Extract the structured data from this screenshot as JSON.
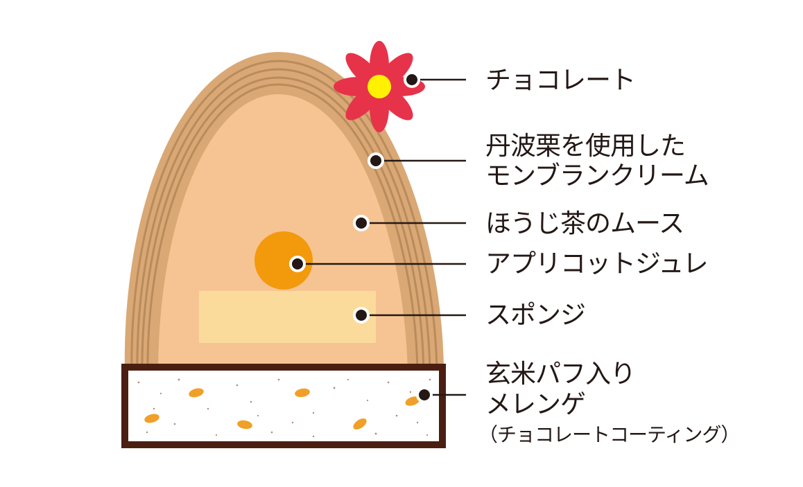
{
  "labels": {
    "chocolate": "チョコレート",
    "montblanc_line1": "丹波栗を使用した",
    "montblanc_line2": "モンブランクリーム",
    "hojicha": "ほうじ茶のムース",
    "apricot": "アプリコットジュレ",
    "sponge": "スポンジ",
    "meringue_line1": "玄米パフ入り",
    "meringue_line2": "メレンゲ",
    "meringue_note": "（チョコレートコーティング）"
  },
  "colors": {
    "outer_cream": "#d9a875",
    "cream_stripe": "#b98b5c",
    "mousse": "#f6c493",
    "apricot": "#f39a0c",
    "sponge": "#fbdb9b",
    "base_border": "#4a1f12",
    "base_fill": "#ffffff",
    "puff": "#f0a028",
    "flower": "#e6334a",
    "flower_center": "#fff100",
    "line": "#231815"
  }
}
